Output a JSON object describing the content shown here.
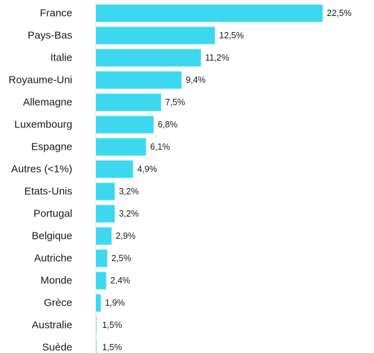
{
  "chart_data": {
    "type": "bar",
    "orientation": "horizontal",
    "categories": [
      "France",
      "Pays-Bas",
      "Italie",
      "Royaume-Uni",
      "Allemagne",
      "Luxembourg",
      "Espagne",
      "Autres (<1%)",
      "Etats-Unis",
      "Portugal",
      "Belgique",
      "Autriche",
      "Monde",
      "Grèce",
      "Australie",
      "Suède"
    ],
    "values": [
      22.5,
      12.5,
      11.2,
      9.4,
      7.5,
      6.8,
      6.1,
      4.9,
      3.2,
      3.2,
      2.9,
      2.5,
      2.4,
      1.9,
      1.5,
      1.5
    ],
    "value_labels": [
      "22,5%",
      "12,5%",
      "11,2%",
      "9,4%",
      "7,5%",
      "6,8%",
      "6,1%",
      "4,9%",
      "3,2%",
      "3,2%",
      "2,9%",
      "2,5%",
      "2,4%",
      "1,9%",
      "1,5%",
      "1,5%"
    ],
    "bar_color": "#3dd8ef",
    "title": "",
    "xlabel": "",
    "ylabel": "",
    "grid": false,
    "legend": "none"
  }
}
